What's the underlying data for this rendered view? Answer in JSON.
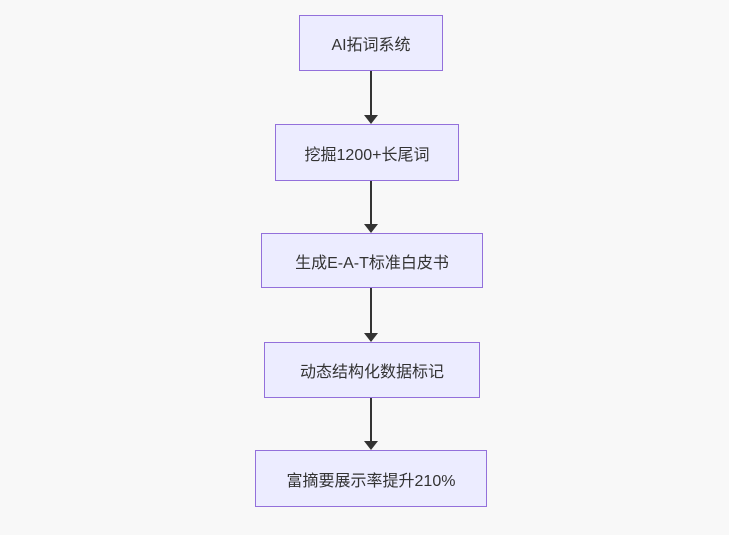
{
  "diagram": {
    "type": "flowchart",
    "direction": "top-down",
    "nodes": [
      {
        "id": "node-1",
        "label": "AI拓词系统"
      },
      {
        "id": "node-2",
        "label": "挖掘1200+长尾词"
      },
      {
        "id": "node-3",
        "label": "生成E-A-T标准白皮书"
      },
      {
        "id": "node-4",
        "label": "动态结构化数据标记"
      },
      {
        "id": "node-5",
        "label": "富摘要展示率提升210%"
      }
    ],
    "edges": [
      {
        "from": "node-1",
        "to": "node-2"
      },
      {
        "from": "node-2",
        "to": "node-3"
      },
      {
        "from": "node-3",
        "to": "node-4"
      },
      {
        "from": "node-4",
        "to": "node-5"
      }
    ],
    "colors": {
      "node_fill": "#ECECFF",
      "node_border": "#9370DB",
      "node_text": "#333333",
      "arrow": "#333333",
      "background": "#f8f8f8"
    }
  }
}
